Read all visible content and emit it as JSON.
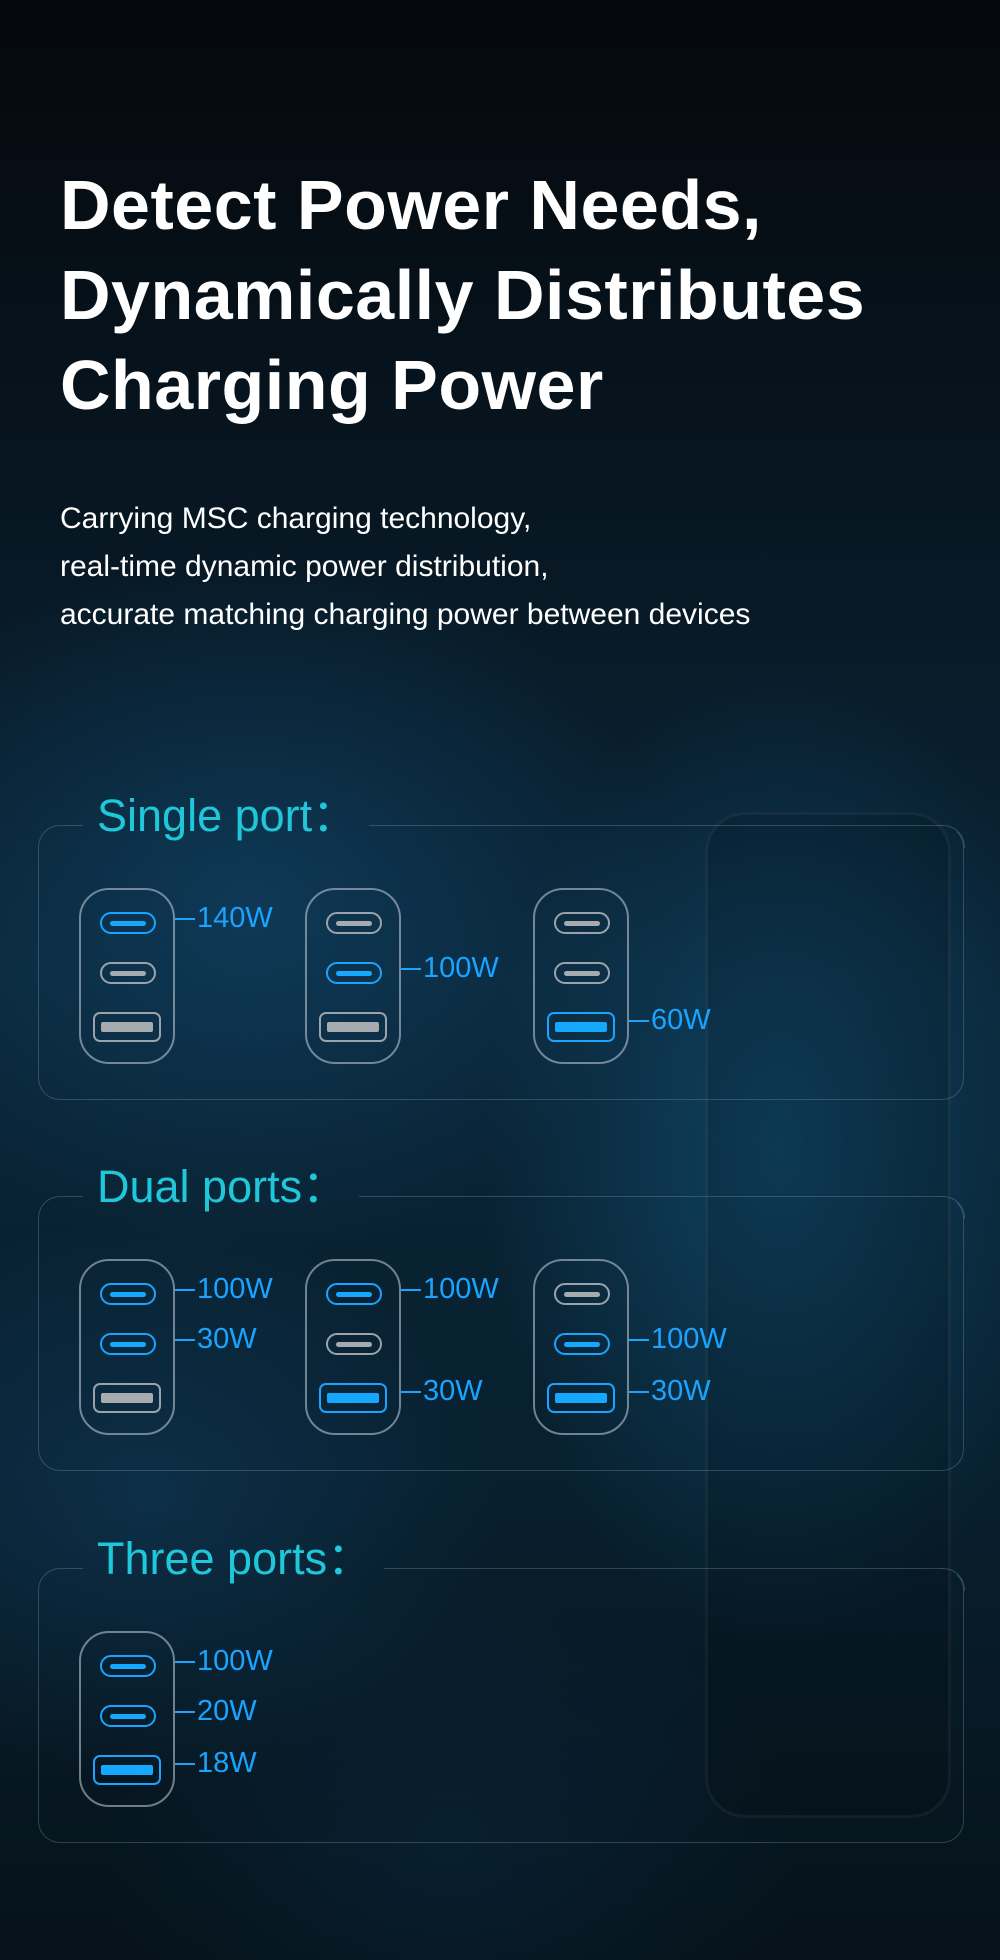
{
  "title": [
    "Detect Power Needs,",
    "Dynamically Distributes",
    "Charging Power"
  ],
  "subtitle": [
    "Carrying MSC charging technology,",
    "real-time dynamic power distribution,",
    "accurate matching charging power between devices"
  ],
  "colors": {
    "accent_label": "#1fc7d9",
    "active_port": "#1aa3ff"
  },
  "sections": [
    {
      "label": "Single port：",
      "chargers": [
        {
          "ports": [
            {
              "type": "usb-c",
              "active": true,
              "label": "140W"
            },
            {
              "type": "usb-c",
              "active": false,
              "label": null
            },
            {
              "type": "usb-a",
              "active": false,
              "label": null
            }
          ]
        },
        {
          "ports": [
            {
              "type": "usb-c",
              "active": false,
              "label": null
            },
            {
              "type": "usb-c",
              "active": true,
              "label": "100W"
            },
            {
              "type": "usb-a",
              "active": false,
              "label": null
            }
          ]
        },
        {
          "ports": [
            {
              "type": "usb-c",
              "active": false,
              "label": null
            },
            {
              "type": "usb-c",
              "active": false,
              "label": null
            },
            {
              "type": "usb-a",
              "active": true,
              "label": "60W"
            }
          ]
        }
      ]
    },
    {
      "label": "Dual ports：",
      "chargers": [
        {
          "ports": [
            {
              "type": "usb-c",
              "active": true,
              "label": "100W"
            },
            {
              "type": "usb-c",
              "active": true,
              "label": "30W"
            },
            {
              "type": "usb-a",
              "active": false,
              "label": null
            }
          ]
        },
        {
          "ports": [
            {
              "type": "usb-c",
              "active": true,
              "label": "100W"
            },
            {
              "type": "usb-c",
              "active": false,
              "label": null
            },
            {
              "type": "usb-a",
              "active": true,
              "label": "30W"
            }
          ]
        },
        {
          "ports": [
            {
              "type": "usb-c",
              "active": false,
              "label": null
            },
            {
              "type": "usb-c",
              "active": true,
              "label": "100W"
            },
            {
              "type": "usb-a",
              "active": true,
              "label": "30W"
            }
          ]
        }
      ]
    },
    {
      "label": "Three ports：",
      "chargers": [
        {
          "ports": [
            {
              "type": "usb-c",
              "active": true,
              "label": "100W"
            },
            {
              "type": "usb-c",
              "active": true,
              "label": "20W"
            },
            {
              "type": "usb-a",
              "active": true,
              "label": "18W"
            }
          ]
        }
      ]
    }
  ]
}
